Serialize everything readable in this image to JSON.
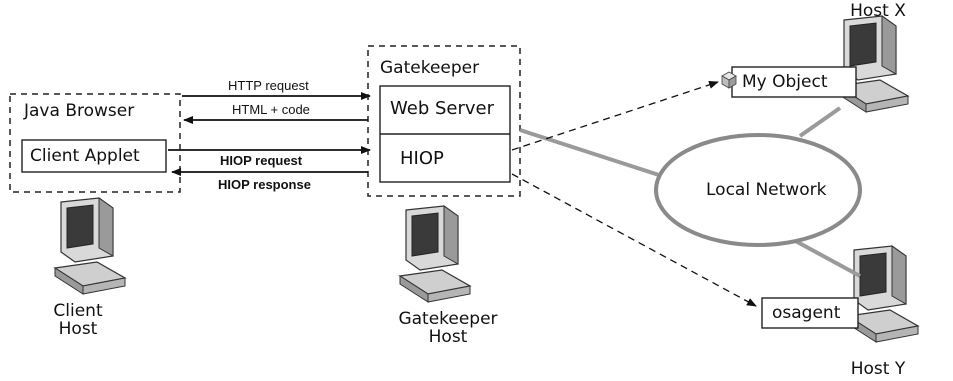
{
  "java_browser": {
    "title": "Java Browser",
    "applet": "Client Applet"
  },
  "gatekeeper": {
    "title": "Gatekeeper",
    "web_server": "Web Server",
    "hiop": "HIOP"
  },
  "arrows": {
    "http_request": "HTTP request",
    "html_code": "HTML + code",
    "hiop_request": "HIOP request",
    "hiop_response": "HIOP response"
  },
  "network": {
    "label": "Local Network"
  },
  "objects": {
    "my_object": "My Object",
    "osagent": "osagent"
  },
  "hosts": {
    "client": [
      "Client",
      "Host"
    ],
    "gatekeeper": [
      "Gatekeeper",
      "Host"
    ],
    "host_x": "Host X",
    "host_y": "Host Y"
  }
}
